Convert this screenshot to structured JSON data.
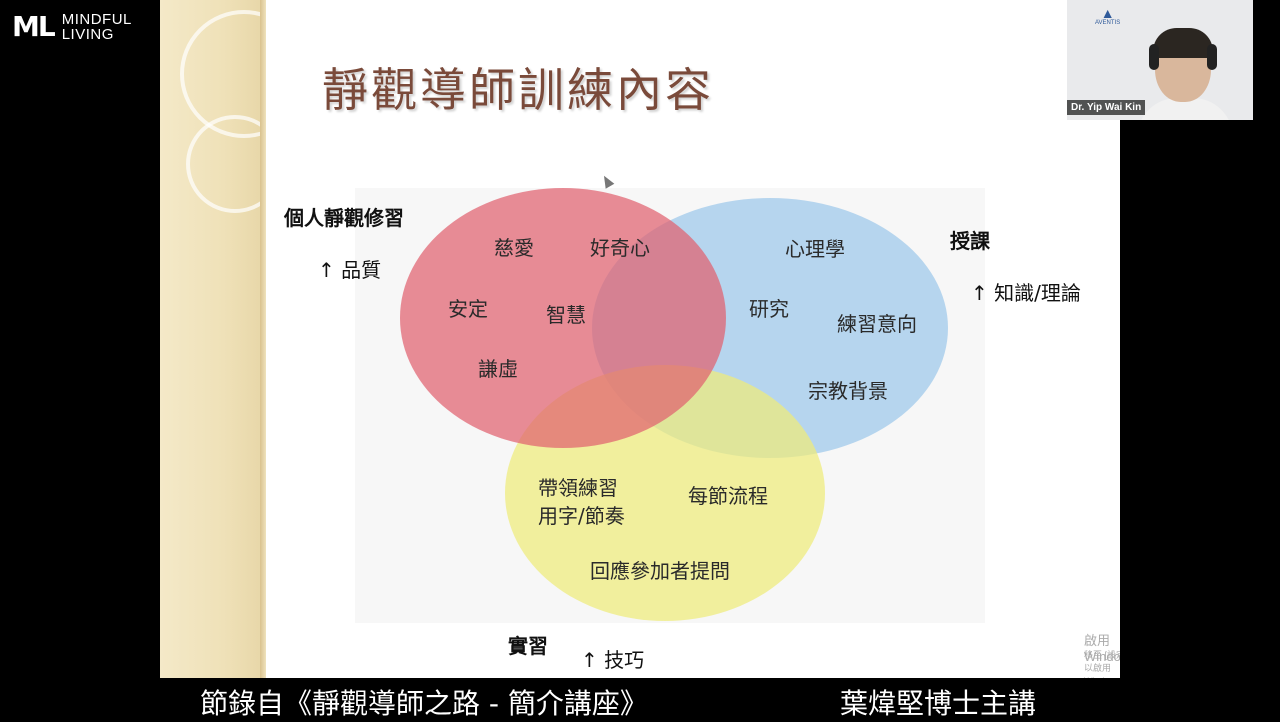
{
  "logo": {
    "mark": "ML",
    "line1": "MINDFUL",
    "line2": "LIVING"
  },
  "slide": {
    "title": "靜觀導師訓練內容",
    "venn": {
      "circles": [
        {
          "name": "personal-practice",
          "color": "#e0616f"
        },
        {
          "name": "teaching",
          "color": "#9cc7ea"
        },
        {
          "name": "practicum",
          "color": "#eeec7a"
        }
      ],
      "items": {
        "compassion": "慈愛",
        "curiosity": "好奇心",
        "stability": "安定",
        "wisdom": "智慧",
        "humility": "謙虛",
        "psychology": "心理學",
        "research": "研究",
        "practice_intention": "練習意向",
        "religious_background": "宗教背景",
        "lead_practice": "帶領練習",
        "wording_rhythm": "用字/節奏",
        "session_flow": "每節流程",
        "respond_questions": "回應參加者提問"
      }
    },
    "labels": {
      "personal_head": "個人靜觀修習",
      "personal_sub": "↑ 品質",
      "teaching_head": "授課",
      "teaching_sub": "↑ 知識/理論",
      "practicum_head": "實習",
      "practicum_sub": "↑ 技巧"
    },
    "watermark": {
      "line1": "啟用 Windows",
      "line2": "移至 [設定] 以啟用 Windows。"
    }
  },
  "video": {
    "participant_name": "Dr. Yip Wai Kin",
    "brand": "AVENTIS"
  },
  "caption": {
    "left": "節錄自《靜觀導師之路 - 簡介講座》",
    "right": "葉煒堅博士主講"
  }
}
